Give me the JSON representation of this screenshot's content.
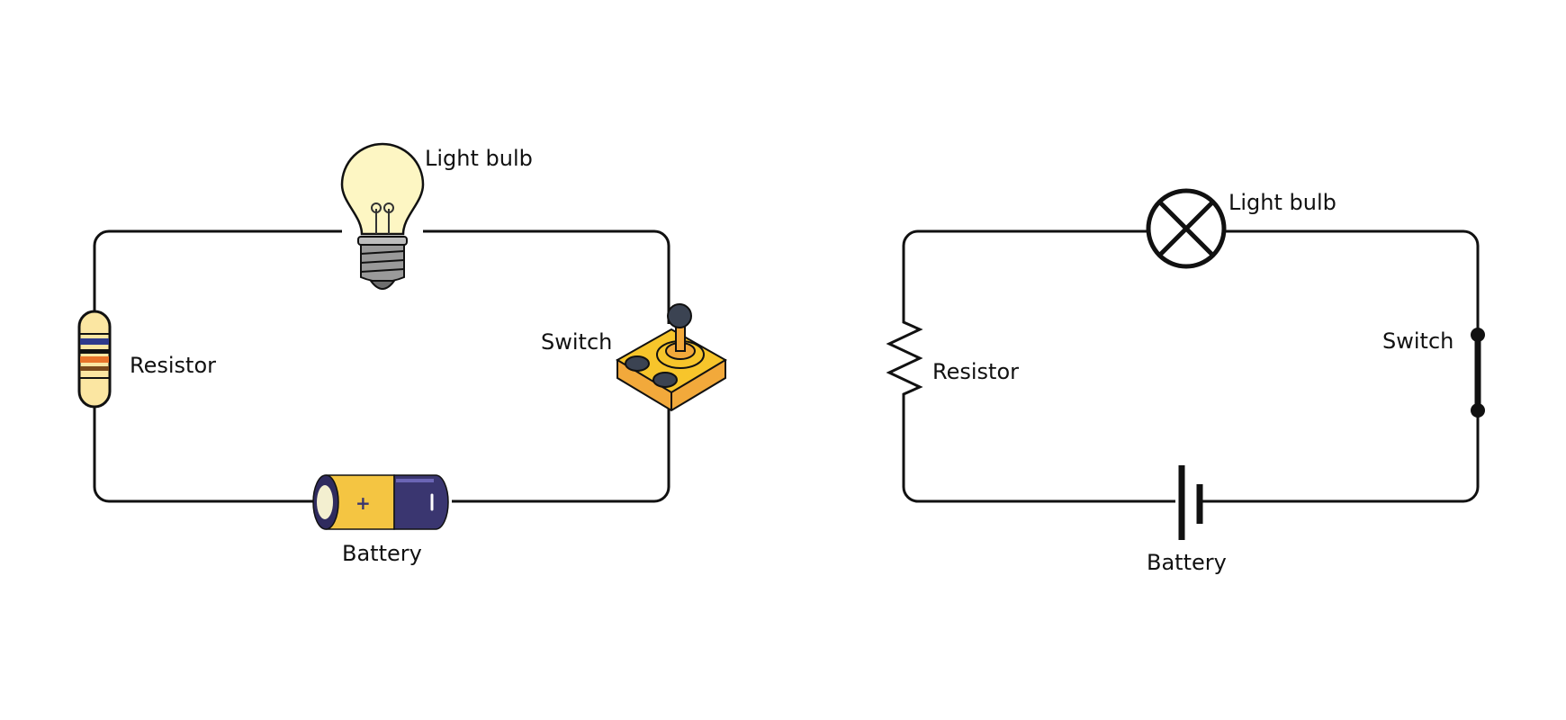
{
  "diagrams": [
    {
      "style": "pictorial",
      "labels": {
        "light_bulb": "Light bulb",
        "resistor": "Resistor",
        "switch": "Switch",
        "battery": "Battery"
      }
    },
    {
      "style": "schematic",
      "labels": {
        "light_bulb": "Light bulb",
        "resistor": "Resistor",
        "switch": "Switch",
        "battery": "Battery"
      }
    }
  ],
  "colors": {
    "wire": "#111111",
    "bulb_glass": "#fdf6c3",
    "bulb_base": "#9a9a9a",
    "resistor_body": "#fbe6a2",
    "resistor_band_blue": "#2e3a8c",
    "resistor_band_orange": "#e8742a",
    "battery_gold": "#f4c542",
    "battery_purple": "#3a3670",
    "switch_yellow": "#f7c52b",
    "switch_knob": "#3b4352"
  },
  "icons": [
    "light-bulb-icon",
    "resistor-icon",
    "toggle-switch-icon",
    "battery-icon"
  ]
}
